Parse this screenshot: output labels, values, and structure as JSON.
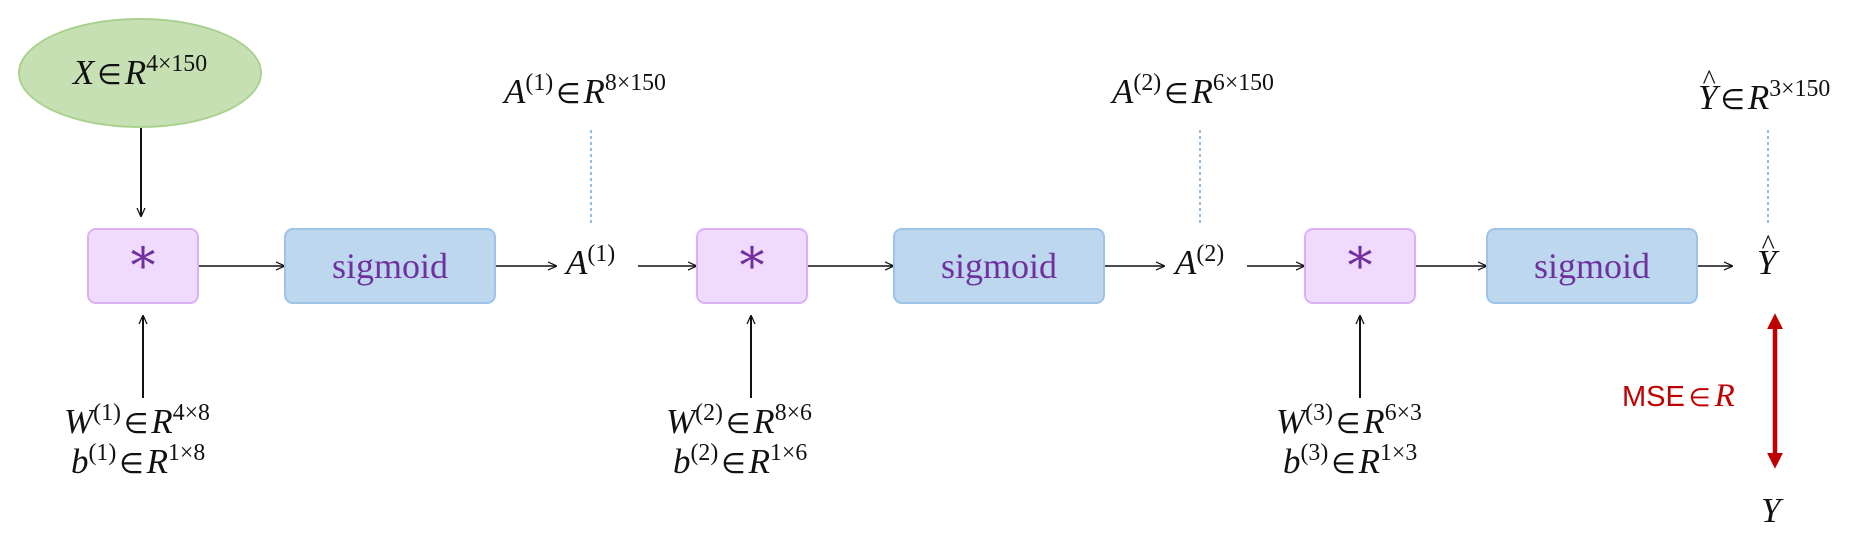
{
  "input": {
    "symbol": "X",
    "relation": "∈",
    "space": "R",
    "dims": "4×150"
  },
  "operator_symbol": "*",
  "activation_label": "sigmoid",
  "layers": [
    {
      "activation_symbol": "A",
      "index": "(1)",
      "relation": "∈",
      "space": "R",
      "dims": "8×150",
      "weight_symbol": "W",
      "weight_index": "(1)",
      "weight_dims": "4×8",
      "bias_symbol": "b",
      "bias_index": "(1)",
      "bias_dims": "1×8"
    },
    {
      "activation_symbol": "A",
      "index": "(2)",
      "relation": "∈",
      "space": "R",
      "dims": "6×150",
      "weight_symbol": "W",
      "weight_index": "(2)",
      "weight_dims": "8×6",
      "bias_symbol": "b",
      "bias_index": "(2)",
      "bias_dims": "1×6"
    },
    {
      "weight_symbol": "W",
      "weight_index": "(3)",
      "weight_dims": "6×3",
      "bias_symbol": "b",
      "bias_index": "(3)",
      "bias_dims": "1×3"
    }
  ],
  "output": {
    "symbol": "Y",
    "relation": "∈",
    "space": "R",
    "dims": "3×150"
  },
  "target": {
    "symbol": "Y"
  },
  "loss": {
    "name": "MSE",
    "relation": "∈",
    "space": "R"
  },
  "colors": {
    "input_fill": "#c6e0b4",
    "operator_fill": "#f0dbff",
    "operator_text": "#7030a0",
    "activation_fill": "#bdd7ee",
    "loss_arrow": "#c00000",
    "guide_line": "#5b9bd5"
  }
}
